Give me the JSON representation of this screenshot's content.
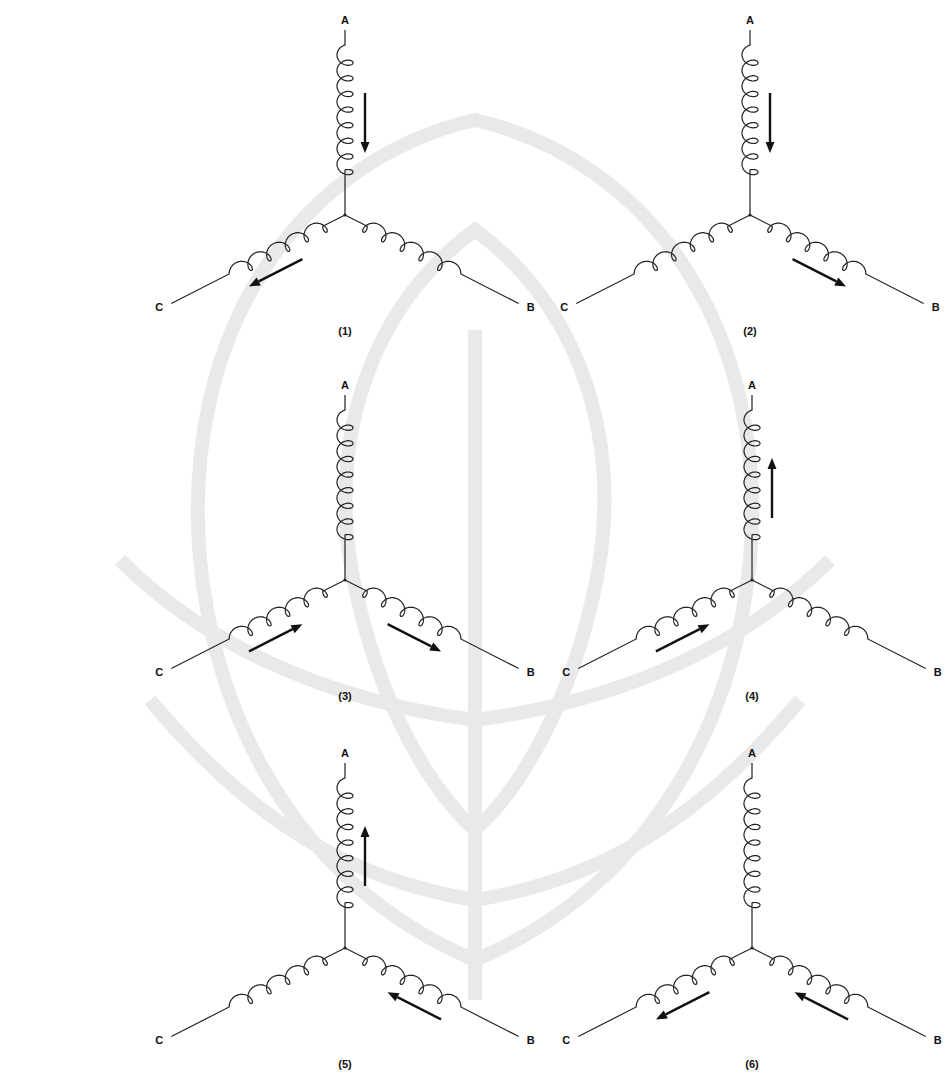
{
  "diagram": {
    "labels": [
      "A",
      "C",
      "B",
      "(1)",
      "A",
      "C",
      "B",
      "(2)",
      "A",
      "C",
      "B",
      "(3)",
      "A",
      "C",
      "B",
      "(4)",
      "A",
      "C",
      "B",
      "(5)",
      "A",
      "C",
      "B",
      "(6)"
    ]
  }
}
